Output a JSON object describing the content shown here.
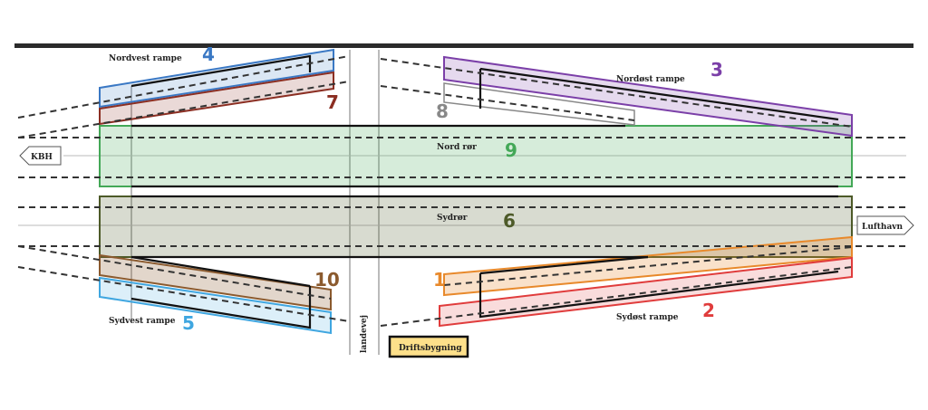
{
  "labels": {
    "nordvest": "Nordvest rampe",
    "nordost": "Nordøst rampe",
    "nordror": "Nord rør",
    "sydror": "Sydrør",
    "sydvest": "Sydvest rampe",
    "sydost": "Sydøst rampe",
    "left_arrow": "KBH",
    "right_arrow": "Lufthavn",
    "road": "landevej",
    "building": "Driftsbygning"
  },
  "numbers": {
    "n1": "1",
    "n2": "2",
    "n3": "3",
    "n4": "4",
    "n5": "5",
    "n6": "6",
    "n7": "7",
    "n8": "8",
    "n9": "9",
    "n10": "10"
  },
  "colors": {
    "zone1": "#e8892b",
    "zone2": "#e03c3c",
    "zone3": "#7b3fa8",
    "zone4": "#3a78c4",
    "zone5": "#3fa6e0",
    "zone6": "#4d5a28",
    "zone7": "#8b2e22",
    "zone8": "#888888",
    "zone9": "#43a857",
    "zone10": "#8b5a2e",
    "building_fill": "#fde08a"
  }
}
